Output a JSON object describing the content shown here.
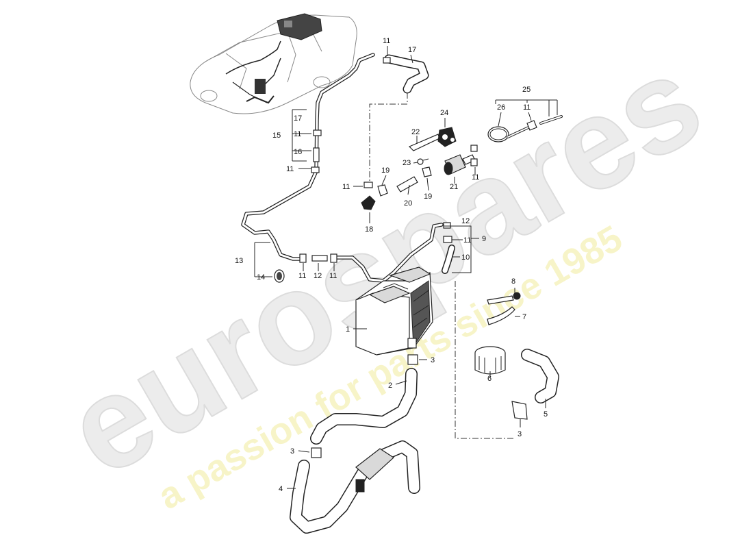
{
  "watermark": {
    "brand": "eurospares",
    "tagline": "a passion for parts since 1985",
    "brand_color": "#e6e6e6",
    "tagline_color": "#f3f0b0"
  },
  "callouts": {
    "c1": "1",
    "c2": "2",
    "c3a": "3",
    "c3b": "3",
    "c3c": "3",
    "c4": "4",
    "c5": "5",
    "c6": "6",
    "c7": "7",
    "c8": "8",
    "c9": "9",
    "c10": "10",
    "c11a": "11",
    "c11b": "11",
    "c11c": "11",
    "c11d": "11",
    "c11e": "11",
    "c11f": "11",
    "c11g": "11",
    "c11h": "11",
    "c11i": "11",
    "c12a": "12",
    "c12b": "12",
    "c13": "13",
    "c14": "14",
    "c15": "15",
    "c16": "16",
    "c17a": "17",
    "c17b": "17",
    "c18": "18",
    "c19a": "19",
    "c19b": "19",
    "c20": "20",
    "c21": "21",
    "c22": "22",
    "c23": "23",
    "c24": "24",
    "c25": "25",
    "c26": "26"
  }
}
